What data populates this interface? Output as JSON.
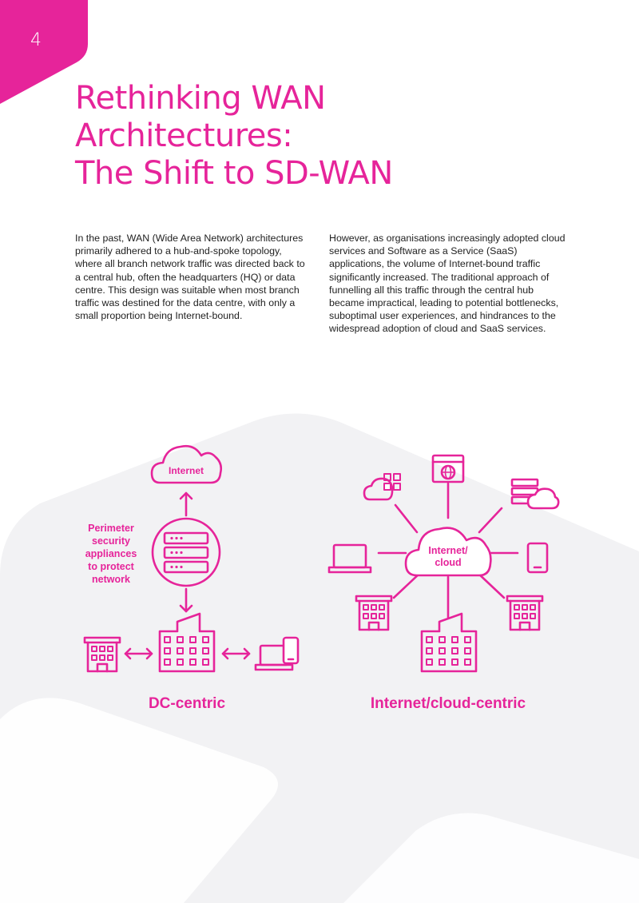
{
  "page": {
    "number": "4",
    "title_lines": [
      "Rethinking WAN",
      "Architectures:",
      "The Shift to SD-WAN"
    ],
    "accent_color": "#e6249a",
    "background_shape_color": "#f2f2f4"
  },
  "body": {
    "left_paragraph": "In the past, WAN (Wide Area Network) architectures primarily adhered to a hub-and-spoke topology, where all branch network traffic was directed back to a central hub, often the headquarters (HQ) or data centre. This design was suitable when most branch traffic was destined for the data centre, with only a small proportion being Internet-bound.",
    "right_paragraph": "However, as organisations increasingly adopted cloud services and Software as a Service (SaaS) applications, the volume of Internet-bound traffic significantly increased. The traditional approach of funnelling all this traffic through the central hub became impractical, leading to potential bottlenecks, suboptimal user experiences, and hindrances to the widespread adoption of cloud and SaaS services."
  },
  "diagram": {
    "left": {
      "cloud_label": "Internet",
      "annotation_lines": [
        "Perimeter",
        "security",
        "appliances",
        "to protect",
        "network"
      ],
      "caption": "DC-centric",
      "icons": [
        "cloud-icon",
        "server-stack-icon",
        "headquarters-building-icon",
        "branch-building-icon",
        "laptop-phone-icon"
      ]
    },
    "right": {
      "cloud_label_lines": [
        "Internet/",
        "cloud"
      ],
      "caption": "Internet/cloud-centric",
      "icons": [
        "cloud-apps-icon",
        "browser-globe-icon",
        "server-cloud-icon",
        "laptop-icon",
        "phone-icon",
        "branch-building-icon",
        "headquarters-building-icon"
      ]
    }
  }
}
